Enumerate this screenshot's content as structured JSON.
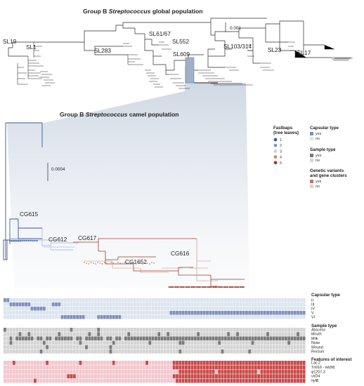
{
  "global_tree": {
    "title_prefix": "Group B ",
    "title_italic": "Streptococcus",
    "title_suffix": " global population",
    "scale_label": "0.001",
    "lineages": [
      "SL19",
      "SL1",
      "SL283",
      "SL61/67",
      "SL552",
      "SL609",
      "SL103/314",
      "SL23",
      "SL17"
    ]
  },
  "camel_tree": {
    "title_prefix": "Group B ",
    "title_italic": "Streptococcus",
    "title_suffix": " camel population",
    "scale_label": "0.0004",
    "clonal_groups": [
      "CG615",
      "CG612",
      "CG617",
      "CG1652",
      "CG616"
    ]
  },
  "legend": {
    "fastbaps_title_line1": "Fastbaps",
    "fastbaps_title_line2": "(tree leaves)",
    "fastbaps_items": [
      {
        "label": "1",
        "color": "#3a5a9a"
      },
      {
        "label": "2",
        "color": "#7d96c4"
      },
      {
        "label": "3",
        "color": "#c6d3e3"
      },
      {
        "label": "4",
        "color": "#c98a6e"
      },
      {
        "label": "5",
        "color": "#a23a2a"
      }
    ],
    "capsular_title": "Capsular type",
    "capsular_items": [
      {
        "label": "yes",
        "color": "#7e8fbf"
      },
      {
        "label": "no",
        "color": "#dbe4ee"
      }
    ],
    "sample_title": "Sample type",
    "sample_items": [
      {
        "label": "yes",
        "color": "#7a7a7a"
      },
      {
        "label": "no",
        "color": "#d4d4d4"
      }
    ],
    "genetic_title_line1": "Genetic variants",
    "genetic_title_line2": "and gene clusters",
    "genetic_items": [
      {
        "label": "yes",
        "color": "#b37a73"
      },
      {
        "label": "no",
        "color": "#f2c6cc"
      }
    ]
  },
  "heatmaps": {
    "capsular": {
      "title": "Capsular type",
      "rows": [
        "II",
        "III",
        "IV",
        "V",
        "VI"
      ],
      "yes_color": "#7e8fbf",
      "no_color": "#dbe4ee"
    },
    "sample": {
      "title": "Sample type",
      "rows": [
        "Abscess",
        "Mouth",
        "Milk",
        "Nose",
        "Wound",
        "Rectum"
      ],
      "yes_color": "#7a7a7a",
      "no_color": "#d4d4d4"
    },
    "features": {
      "title": "Features of interest",
      "rows": [
        "Lac.2",
        "Tn916 - tet(M)",
        "φ1207.3",
        "virD4",
        "hylB"
      ],
      "yes_color": "#c94a4a",
      "no_color": "#f2c6cc"
    }
  }
}
